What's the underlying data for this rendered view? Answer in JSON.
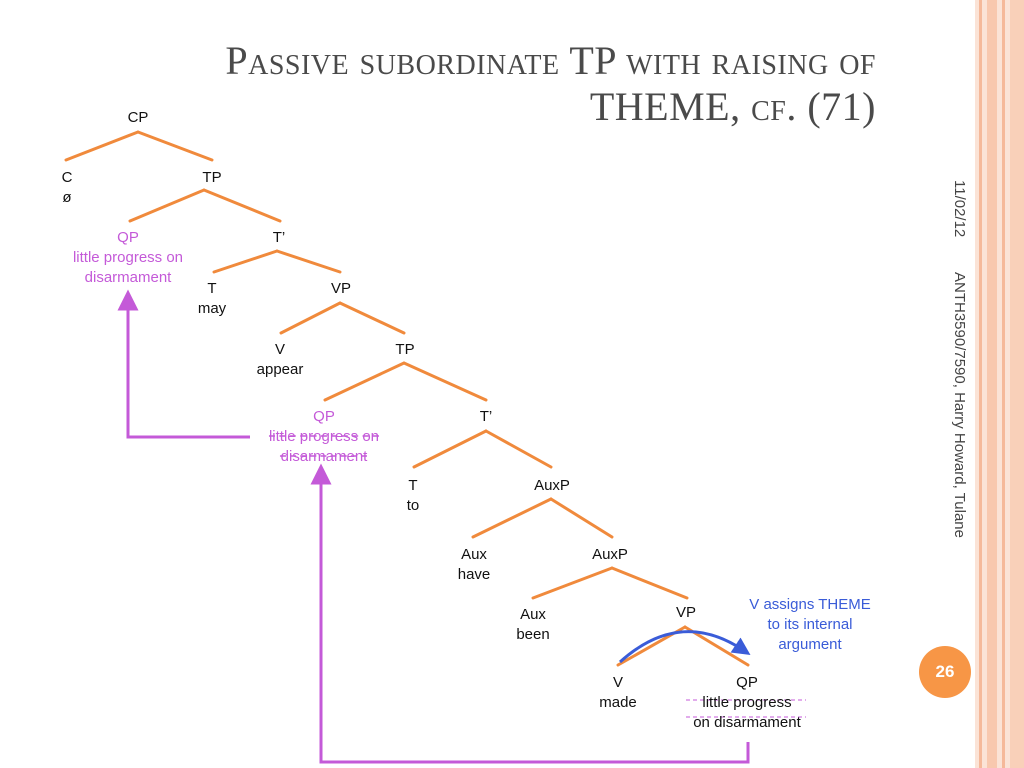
{
  "slide": {
    "title_line1": "Passive subordinate TP with raising of",
    "title_line2": "THEME, cf. (71)",
    "date": "11/02/12",
    "footer": "ANTH3590/7590, Harry Howard, Tulane",
    "page_number": "26"
  },
  "colors": {
    "branch": "#f08a3c",
    "movement": "#c45ad8",
    "theta_arc": "#3a5cd8",
    "badge": "#f79646"
  },
  "tree": {
    "cp": "CP",
    "c": "C",
    "c_word": "ø",
    "tp1": "TP",
    "qp1": "QP",
    "qp1_words_a": "little progress on",
    "qp1_words_b": "disarmament",
    "tbar1": "T’",
    "t1": "T",
    "t1_word": "may",
    "vp1": "VP",
    "v1": "V",
    "v1_word": "appear",
    "tp2": "TP",
    "qp2": "QP",
    "qp2_words_a": "little progress on",
    "qp2_words_b": "disarmament",
    "tbar2": "T’",
    "t2": "T",
    "t2_word": "to",
    "auxp1": "AuxP",
    "aux1": "Aux",
    "aux1_word": "have",
    "auxp2": "AuxP",
    "aux2": "Aux",
    "aux2_word": "been",
    "vp2": "VP",
    "v2": "V",
    "v2_word": "made",
    "qp3": "QP",
    "qp3_words_a": "little progress",
    "qp3_words_b": "on disarmament"
  },
  "annotation": {
    "line1": "V  assigns THEME",
    "line2": "to its internal",
    "line3": "argument"
  }
}
